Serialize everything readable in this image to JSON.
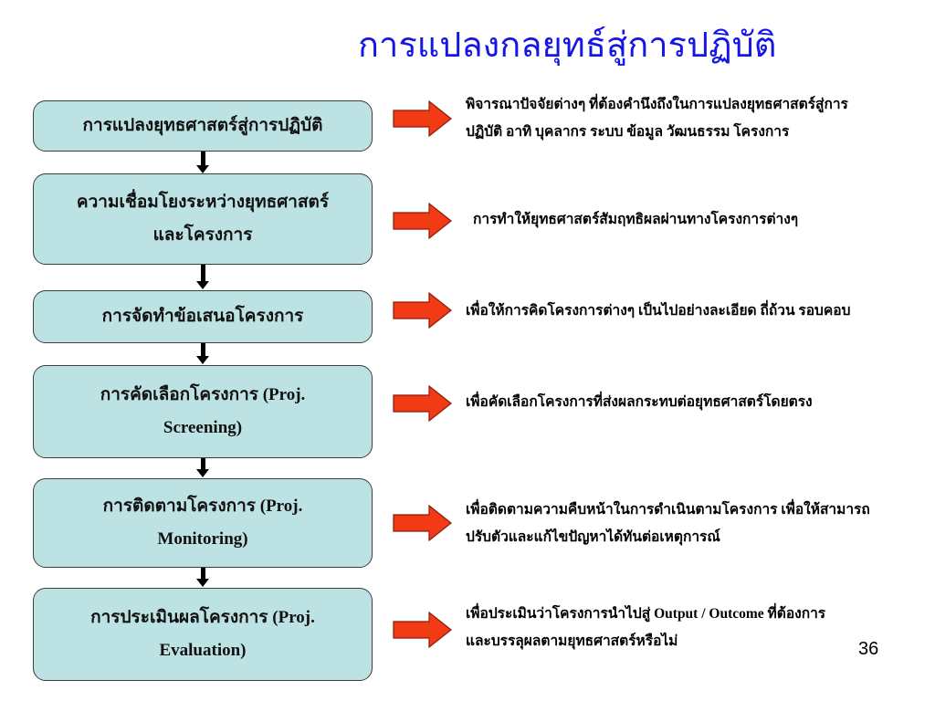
{
  "slide": {
    "title": "การแปลงกลยุทธ์สู่การปฏิบัติ",
    "page_number": "36",
    "colors": {
      "title": "#1515e6",
      "box_fill": "#bde2e4",
      "arrow_fill": "#f23a14"
    }
  },
  "steps": [
    {
      "label": "การแปลงยุทธศาสตร์สู่การปฏิบัติ",
      "description": "พิจารณาปัจจัยต่างๆ ที่ต้องคำนึงถึงในการแปลงยุทธศาสตร์สู่การ\nปฏิบัติ อาทิ บุคลากร ระบบ ข้อมูล วัฒนธรรม โครงการ"
    },
    {
      "label": "ความเชื่อมโยงระหว่างยุทธศาสตร์\nและโครงการ",
      "description": "การทำให้ยุทธศาสตร์สัมฤทธิผลผ่านทางโครงการต่างๆ"
    },
    {
      "label": "การจัดทำข้อเสนอโครงการ",
      "description": "เพื่อให้การคิดโครงการต่างๆ เป็นไปอย่างละเอียด ถี่ถ้วน รอบคอบ"
    },
    {
      "label": "การคัดเลือกโครงการ (Proj.\nScreening)",
      "description": "เพื่อคัดเลือกโครงการที่ส่งผลกระทบต่อยุทธศาสตร์โดยตรง"
    },
    {
      "label": "การติดตามโครงการ (Proj.\nMonitoring)",
      "description": "เพื่อติดตามความคืบหน้าในการดำเนินตามโครงการ เพื่อให้สามารถ\nปรับตัวและแก้ไขปัญหาได้ทันต่อเหตุการณ์"
    },
    {
      "label": "การประเมินผลโครงการ (Proj.\nEvaluation)",
      "description": "เพื่อประเมินว่าโครงการนำไปสู่ Output / Outcome ที่ต้องการ\nและบรรลุผลตามยุทธศาสตร์หรือไม่"
    }
  ]
}
